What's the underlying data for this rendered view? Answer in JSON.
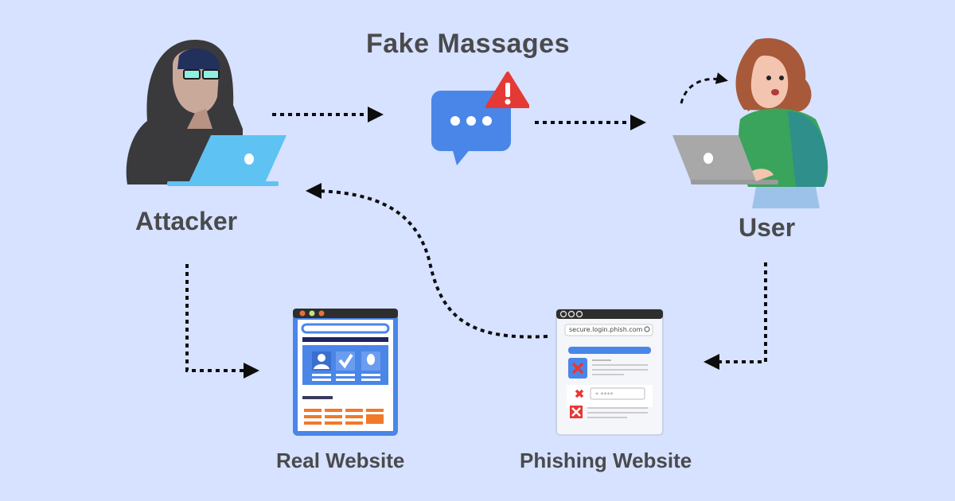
{
  "diagram": {
    "title": "Fake Massages",
    "background_color": "#D6E2FF",
    "nodes": {
      "attacker": {
        "label": "Attacker",
        "icon": "hooded-hacker-with-laptop-icon"
      },
      "message": {
        "icon": "chat-bubble-with-warning-icon"
      },
      "user": {
        "label": "User",
        "icon": "worried-woman-with-laptop-icon"
      },
      "real_website": {
        "label": "Real Website",
        "icon": "browser-window-icon"
      },
      "phishing_website": {
        "label": "Phishing Website",
        "icon": "fake-login-browser-icon",
        "url_text": "secure.login.phish.com"
      }
    },
    "edges": [
      {
        "from": "attacker",
        "to": "message",
        "style": "dotted"
      },
      {
        "from": "message",
        "to": "user",
        "style": "dotted"
      },
      {
        "from": "user",
        "to": "phishing_website",
        "style": "dotted"
      },
      {
        "from": "phishing_website",
        "to": "attacker",
        "style": "dotted-curve"
      },
      {
        "from": "attacker",
        "to": "real_website",
        "style": "dotted"
      }
    ],
    "colors": {
      "text": "#4a4a4d",
      "arrow": "#0d0d0d",
      "bubble": "#4a86e8",
      "warning": "#e53935",
      "laptop_attacker": "#5ec3f2",
      "laptop_user": "#a8a8a8",
      "sweater": "#3aa35c",
      "hoodie": "#3a3a3c",
      "accent_orange": "#f07a2a"
    }
  }
}
